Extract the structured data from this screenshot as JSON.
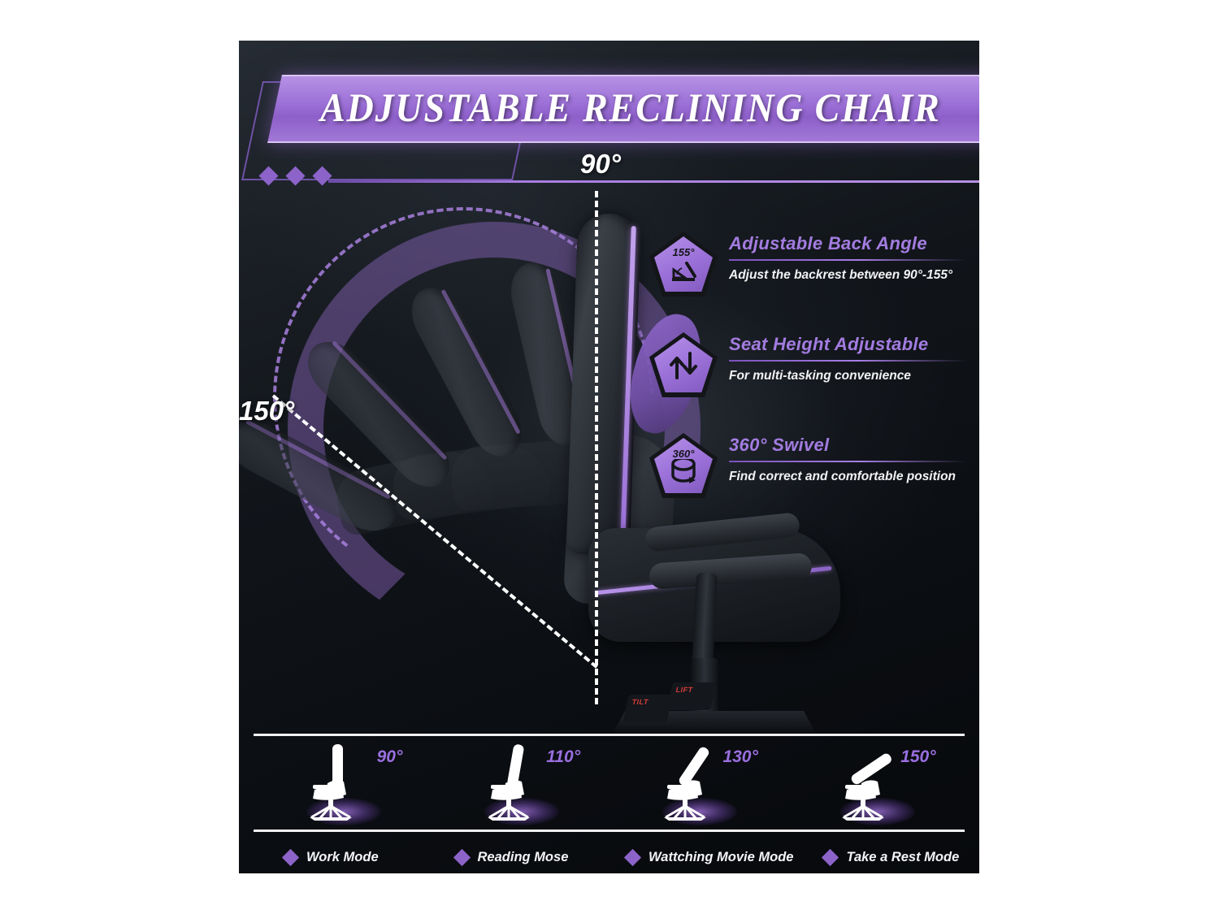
{
  "header": {
    "title": "ADJUSTABLE RECLINING CHAIR"
  },
  "colors": {
    "accent_purple": "#9a6fd6",
    "banner_purple": "#a178d6",
    "title_text": "#ffffff",
    "feature_title": "#a37ce0",
    "background_dark": "#0b0e12"
  },
  "illustration": {
    "angle_top_label": "90°",
    "angle_recline_label": "150°",
    "guide_icon_top": "dashed-vertical-line",
    "guide_icon_recline": "dashed-diagonal-line",
    "sweep_icon": "recline-arc"
  },
  "features": [
    {
      "badge_value": "155°",
      "badge_icon": "recline-seat-icon",
      "title": "Adjustable Back Angle",
      "description": "Adjust the backrest between 90°-155°"
    },
    {
      "badge_value": "",
      "badge_icon": "up-down-arrows-icon",
      "title": "Seat Height Adjustable",
      "description": "For multi-tasking convenience"
    },
    {
      "badge_value": "360°",
      "badge_icon": "swivel-rotate-icon",
      "title": "360° Swivel",
      "description": "Find correct and comfortable position"
    }
  ],
  "modes": [
    {
      "angle": "90°",
      "label": "Work Mode",
      "icon": "chair-upright-icon"
    },
    {
      "angle": "110°",
      "label": "Reading Mose",
      "icon": "chair-reclined-110-icon"
    },
    {
      "angle": "130°",
      "label": "Wattching Movie Mode",
      "icon": "chair-reclined-130-icon"
    },
    {
      "angle": "150°",
      "label": "Take a Rest Mode",
      "icon": "chair-reclined-150-icon"
    }
  ]
}
